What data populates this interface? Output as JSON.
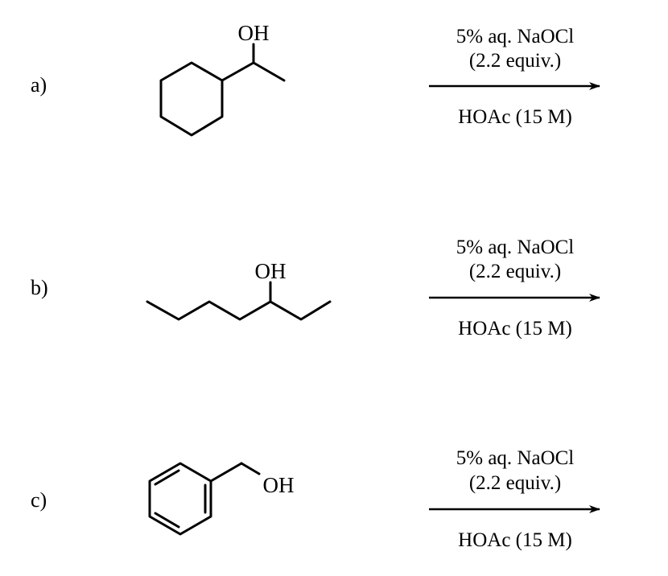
{
  "reactions": [
    {
      "label": "a)",
      "structure": "1-cyclohexylethanol",
      "substituent_label": "OH",
      "conditions_above": [
        "5% aq. NaOCl",
        "(2.2 equiv.)"
      ],
      "conditions_below": "HOAc (15 M)"
    },
    {
      "label": "b)",
      "structure": "3-heptanol",
      "substituent_label": "OH",
      "conditions_above": [
        "5% aq. NaOCl",
        "(2.2 equiv.)"
      ],
      "conditions_below": "HOAc (15 M)"
    },
    {
      "label": "c)",
      "structure": "benzyl alcohol",
      "substituent_label": "OH",
      "conditions_above": [
        "5% aq. NaOCl",
        "(2.2 equiv.)"
      ],
      "conditions_below": "HOAc (15 M)"
    }
  ],
  "colors": {
    "ink": "#000000",
    "background": "#ffffff"
  }
}
